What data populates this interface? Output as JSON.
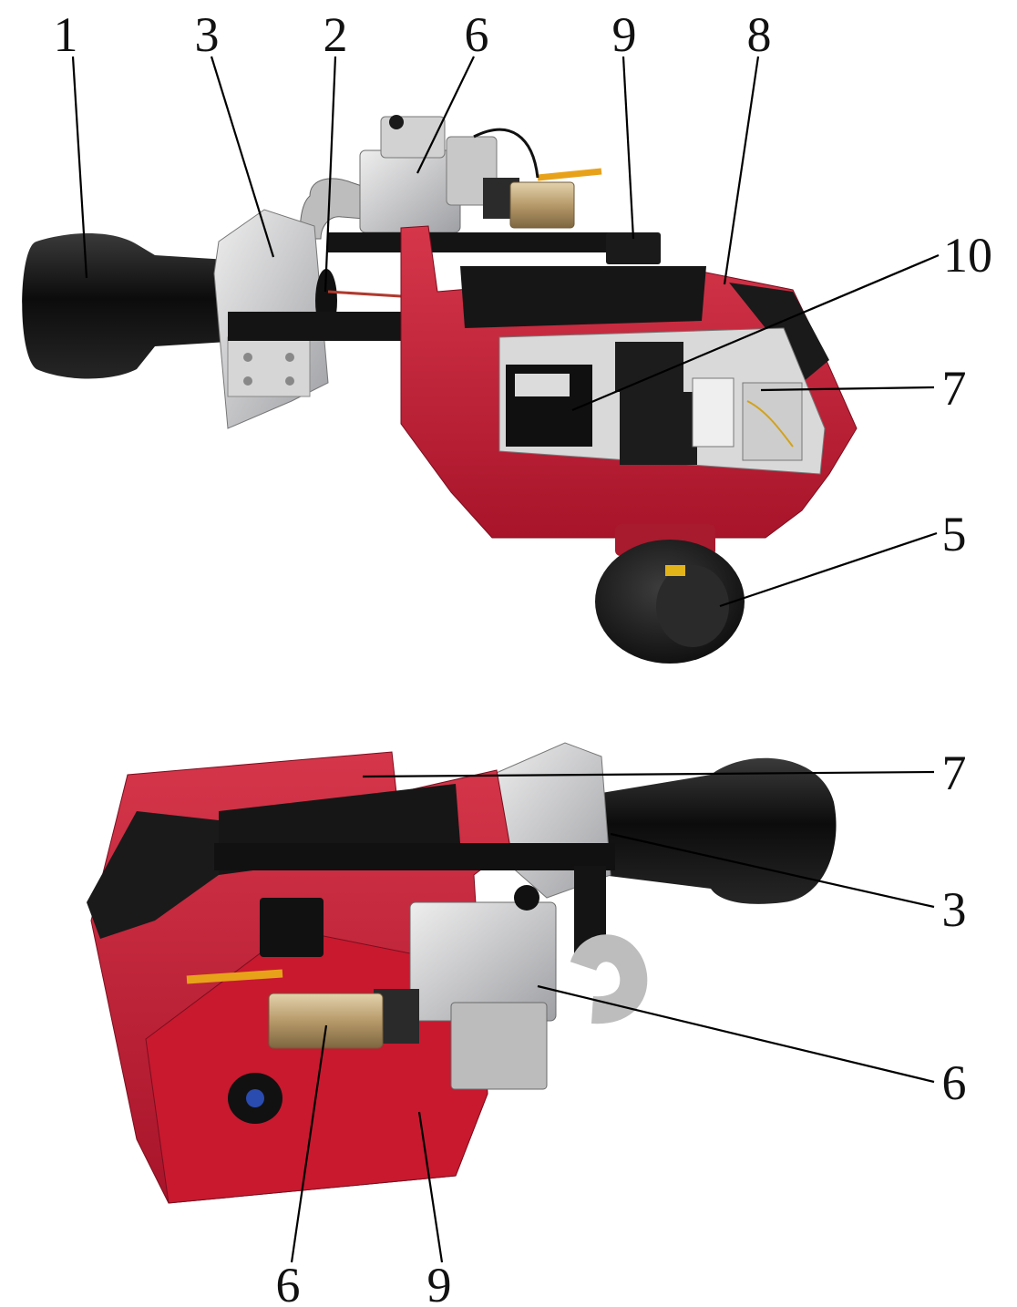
{
  "colors": {
    "body_red": "#c2182f",
    "body_red_dark": "#8e1022",
    "body_red_light": "#d94054",
    "black_part": "#151515",
    "metal": "#cfcfd0",
    "metal_dark": "#8d8e92",
    "brass": "#b79a6a",
    "handle_yellow": "#e8a21a"
  },
  "top_view": {
    "callouts": [
      "1",
      "3",
      "2",
      "6",
      "9",
      "8",
      "10",
      "7",
      "5"
    ]
  },
  "bottom_view": {
    "callouts": [
      "7",
      "3",
      "6",
      "6",
      "9"
    ]
  }
}
